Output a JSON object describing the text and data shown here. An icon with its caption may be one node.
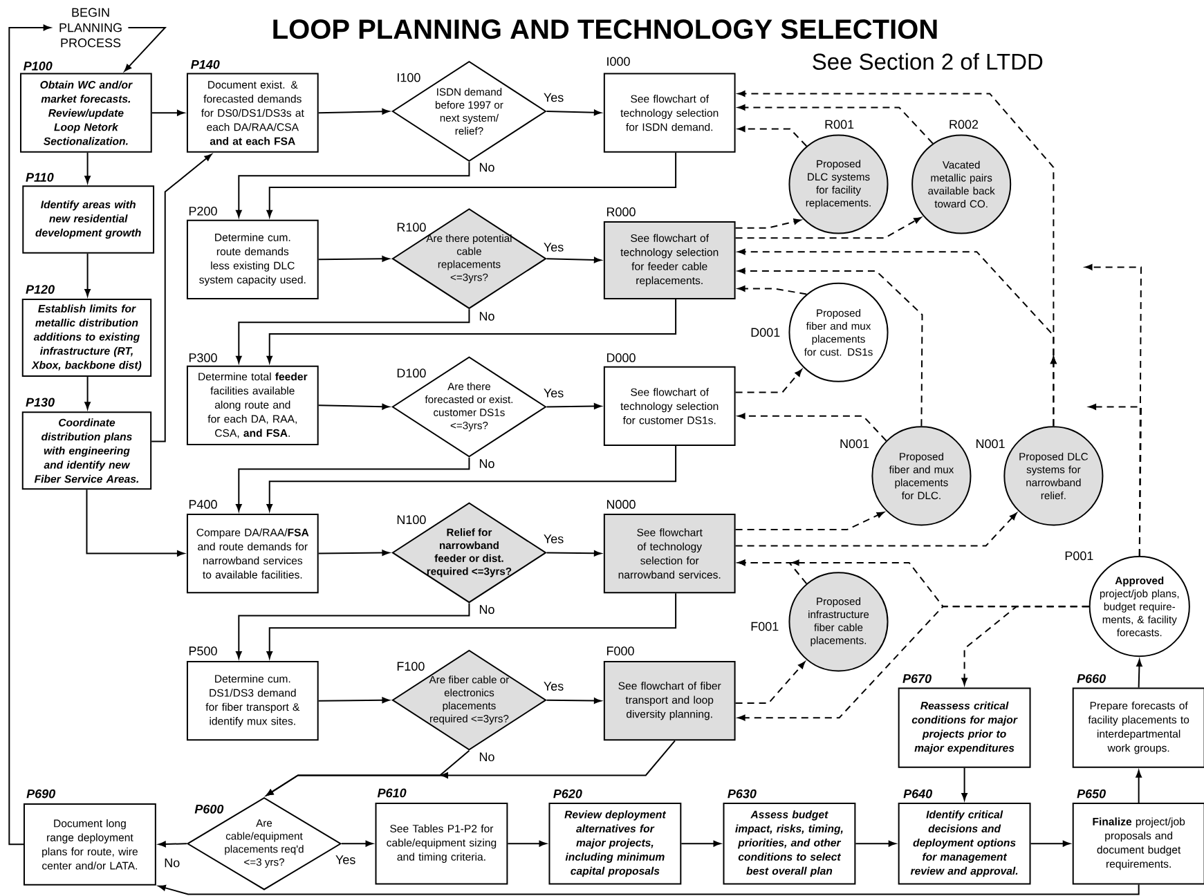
{
  "diagram": {
    "title": "LOOP PLANNING AND TECHNOLOGY SELECTION",
    "nodes": [
      {
        "text": [
          "BEGIN PLANNING PROCESS"
        ]
      },
      {
        "text": [
          "P100",
          "Obtain WC and/or market forecasts. Review/update Loop Netork Sectionalization."
        ]
      },
      {
        "text": [
          "P110",
          "Identify areas with new residential development growth"
        ]
      },
      {
        "text": [
          "P120",
          "Establish limits for metallic distribution additions to existing infrastructure (RT, Xbox, backbone dist)"
        ]
      },
      {
        "text": [
          "P130",
          "Coordinate distribution plans with engineering and identify new Fiber Service Areas."
        ]
      },
      {
        "text": [
          "P140",
          "Document exist. & forecasted demands for DS0/DS1/DS3s at each DA/RAA/CSA **and at each FSA**"
        ]
      },
      {
        "text": [
          "I100",
          "ISDN demand before 1997 or next system/ relief?"
        ]
      },
      {
        "text": [
          "I000",
          "See flowchart of technology selection for ISDN demand."
        ]
      },
      {
        "text": [
          "R001",
          "Proposed DLC systems for facility replacements."
        ]
      },
      {
        "text": [
          "R002",
          "Vacated metallic pairs available back toward CO."
        ]
      },
      {
        "text": [
          "P200",
          "Determine cum. route demands less existing DLC system capacity used."
        ]
      },
      {
        "text": [
          "R100",
          "Are there potential cable replacements <=3yrs?"
        ]
      },
      {
        "text": [
          "R000",
          "See flowchart of technology selection for feeder cable replacements."
        ]
      },
      {
        "text": [
          "D001",
          "Proposed fiber and mux placements for cust. DS1s"
        ]
      },
      {
        "text": [
          "P300",
          "Determine total **feeder** facilities available along route and for each DA, RAA, CSA, **and FSA**."
        ]
      },
      {
        "text": [
          "D100",
          "Are there forecasted or exist. customer DS1s <=3yrs?"
        ]
      },
      {
        "text": [
          "D000",
          "See flowchart of technology selection for customer DS1s."
        ]
      },
      {
        "text": [
          "N001",
          "Proposed fiber and mux placements for DLC."
        ]
      },
      {
        "text": [
          "N001",
          "Proposed DLC systems for narrowband relief."
        ]
      },
      {
        "text": [
          "P400",
          "Compare DA/RAA/**FSA** and route demands for narrowband services to available facilities."
        ]
      },
      {
        "text": [
          "N100",
          "Relief for narrowband feeder or dist. required <=3yrs?"
        ]
      },
      {
        "text": [
          "N000",
          "See flowchart of technology selection for narrowband services."
        ]
      },
      {
        "text": [
          "F001",
          "Proposed infrastructure fiber cable placements."
        ]
      },
      {
        "text": [
          "P001",
          "**Approved** project/job plans, budget require- ments, & facility forecasts."
        ]
      },
      {
        "text": [
          "P500",
          "Determine cum. DS1/DS3 demand for fiber transport & identify mux sites."
        ]
      },
      {
        "text": [
          "F100",
          "Are fiber cable or electronics placements required <=3yrs?"
        ]
      },
      {
        "text": [
          "F000",
          "See flowchart of fiber transport and loop diversity planning."
        ]
      },
      {
        "text": [
          "P670",
          "Reassess critical conditions for major projects prior to major expenditures"
        ]
      },
      {
        "text": [
          "P660",
          "Prepare forecasts of facility placements to interdepartmental work groups."
        ]
      },
      {
        "text": [
          "P690",
          "Document long range deployment plans for route, wire center and/or LATA."
        ]
      },
      {
        "text": [
          "P600",
          "Are cable/equipment placements req'd <=3 yrs?"
        ]
      },
      {
        "text": [
          "P610",
          "See Tables P1-P2 for cable/equipment sizing and timing criteria."
        ]
      },
      {
        "text": [
          "P620",
          "Review deployment alternatives for major projects, including minimum capital proposals"
        ]
      },
      {
        "text": [
          "P630",
          "Assess budget impact, risks, timing, priorities, and other conditions to select best overall plan"
        ]
      },
      {
        "text": [
          "P640",
          "Identify critical decisions and deployment options for management review and approval."
        ]
      },
      {
        "text": [
          "P650",
          "**Finalize** project/job proposals and document budget requirements."
        ]
      }
    ],
    "edges": [
      {
        "from": 0,
        "to": 1,
        "arrow": "to"
      },
      {
        "from": 29,
        "to": 0,
        "arrow": "to"
      },
      {
        "from": 1,
        "to": 5,
        "arrow": "to"
      },
      {
        "from": 1,
        "to": 2,
        "arrow": "to"
      },
      {
        "from": 2,
        "to": 3,
        "arrow": "to"
      },
      {
        "from": 3,
        "to": 4,
        "arrow": "to"
      },
      {
        "from": 4,
        "to": 5,
        "arrow": "to"
      },
      {
        "from": 4,
        "to": 19,
        "arrow": "to"
      },
      {
        "from": 5,
        "to": 6,
        "arrow": "to"
      },
      {
        "from": 6,
        "to": 7,
        "arrow": "to",
        "label": "Yes"
      },
      {
        "from": 6,
        "to": 10,
        "arrow": "to",
        "label": "No"
      },
      {
        "from": 7,
        "to": 10,
        "arrow": "to"
      },
      {
        "from": 10,
        "to": 11,
        "arrow": "to"
      },
      {
        "from": 11,
        "to": 12,
        "arrow": "to",
        "label": "Yes"
      },
      {
        "from": 11,
        "to": 14,
        "arrow": "to",
        "label": "No"
      },
      {
        "from": 12,
        "to": 14,
        "arrow": "to"
      },
      {
        "from": 14,
        "to": 15,
        "arrow": "to"
      },
      {
        "from": 15,
        "to": 16,
        "arrow": "to",
        "label": "Yes"
      },
      {
        "from": 15,
        "to": 19,
        "arrow": "to",
        "label": "No"
      },
      {
        "from": 16,
        "to": 19,
        "arrow": "to"
      },
      {
        "from": 19,
        "to": 20,
        "arrow": "to"
      },
      {
        "from": 20,
        "to": 21,
        "arrow": "to",
        "label": "Yes"
      },
      {
        "from": 20,
        "to": 24,
        "arrow": "to",
        "label": "No"
      },
      {
        "from": 21,
        "to": 24,
        "arrow": "to"
      },
      {
        "from": 24,
        "to": 25,
        "arrow": "to"
      },
      {
        "from": 25,
        "to": 26,
        "arrow": "to",
        "label": "Yes"
      },
      {
        "from": 25,
        "to": 30,
        "arrow": "to",
        "label": "No"
      },
      {
        "from": 26,
        "to": 30,
        "arrow": "to"
      },
      {
        "from": 30,
        "to": 29,
        "arrow": "to",
        "label": "No"
      },
      {
        "from": 30,
        "to": 31,
        "arrow": "to",
        "label": "Yes"
      },
      {
        "from": 31,
        "to": 32,
        "arrow": "to"
      },
      {
        "from": 32,
        "to": 33,
        "arrow": "to"
      },
      {
        "from": 33,
        "to": 34,
        "arrow": "to"
      },
      {
        "from": 34,
        "to": 35,
        "arrow": "to"
      },
      {
        "from": 35,
        "to": 28,
        "arrow": "to"
      },
      {
        "from": 28,
        "to": 23,
        "arrow": "to"
      },
      {
        "from": 27,
        "to": 34,
        "arrow": "to"
      },
      {
        "from": 35,
        "to": 29,
        "arrow": "to"
      },
      {
        "from": 12,
        "to": 8,
        "arrow": "to",
        "style": "dashed"
      },
      {
        "from": 12,
        "to": 9,
        "arrow": "to",
        "style": "dashed"
      },
      {
        "from": 8,
        "to": 7,
        "arrow": "to",
        "style": "dashed"
      },
      {
        "from": 9,
        "to": 7,
        "arrow": "to",
        "style": "dashed"
      },
      {
        "from": 18,
        "to": 7,
        "arrow": "to",
        "style": "dashed"
      },
      {
        "from": 18,
        "to": 12,
        "arrow": "to",
        "style": "dashed"
      },
      {
        "from": 17,
        "to": 12,
        "arrow": "to",
        "style": "dashed"
      },
      {
        "from": 13,
        "to": 12,
        "arrow": "to",
        "style": "dashed"
      },
      {
        "from": 16,
        "to": 13,
        "arrow": "to",
        "style": "dashed"
      },
      {
        "from": 17,
        "to": 16,
        "arrow": "to",
        "style": "dashed"
      },
      {
        "from": 21,
        "to": 17,
        "arrow": "to",
        "style": "dashed"
      },
      {
        "from": 21,
        "to": 18,
        "arrow": "to",
        "style": "dashed"
      },
      {
        "from": 22,
        "to": 21,
        "arrow": "to",
        "style": "dashed"
      },
      {
        "from": 23,
        "to": 21,
        "arrow": "to",
        "style": "dashed"
      },
      {
        "from": 23,
        "to": 26,
        "arrow": "to",
        "style": "dashed"
      },
      {
        "from": 23,
        "to": 27,
        "arrow": "to",
        "style": "dashed"
      },
      {
        "from": 26,
        "to": 22,
        "arrow": "to",
        "style": "dashed"
      },
      {
        "from": 23,
        "to": null,
        "arrow": "to",
        "style": "dashed"
      },
      {
        "from": 23,
        "to": null,
        "arrow": "to",
        "style": "dashed"
      }
    ],
    "labels": [
      "See Section 2 of LTDD"
    ]
  }
}
